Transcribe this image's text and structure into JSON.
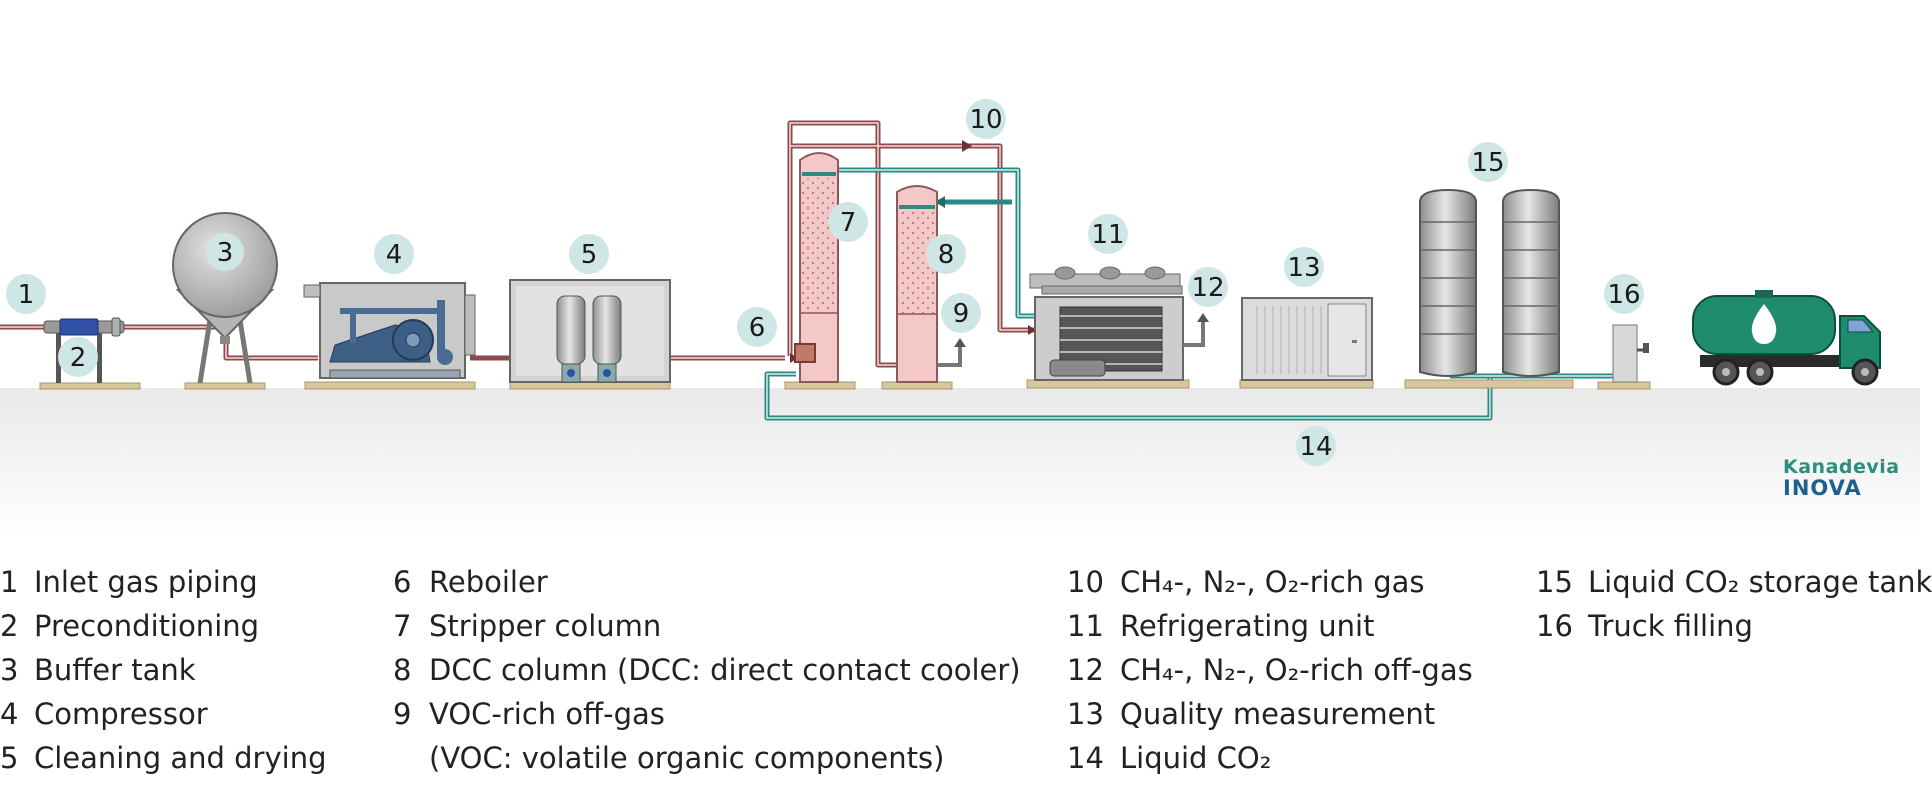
{
  "markers": [
    "1",
    "2",
    "3",
    "4",
    "5",
    "6",
    "7",
    "8",
    "9",
    "10",
    "11",
    "12",
    "13",
    "14",
    "15",
    "16"
  ],
  "legend": {
    "col1": [
      {
        "n": "1",
        "t": "Inlet gas piping"
      },
      {
        "n": "2",
        "t": "Preconditioning"
      },
      {
        "n": "3",
        "t": "Buffer tank"
      },
      {
        "n": "4",
        "t": "Compressor"
      },
      {
        "n": "5",
        "t": "Cleaning and drying"
      }
    ],
    "col2": [
      {
        "n": "6",
        "t": "Reboiler"
      },
      {
        "n": "7",
        "t": "Stripper column"
      },
      {
        "n": "8",
        "t": "DCC column (DCC: direct contact cooler)"
      },
      {
        "n": "9",
        "t": "VOC-rich off-gas"
      },
      {
        "n": "",
        "t": "(VOC: volatile organic components)"
      }
    ],
    "col3": [
      {
        "n": "10",
        "t": "CH₄-, N₂-, O₂-rich gas"
      },
      {
        "n": "11",
        "t": "Refrigerating unit"
      },
      {
        "n": "12",
        "t": "CH₄-, N₂-, O₂-rich off-gas"
      },
      {
        "n": "13",
        "t": "Quality measurement"
      },
      {
        "n": "14",
        "t": "Liquid CO₂"
      }
    ],
    "col4": [
      {
        "n": "15",
        "t": "Liquid CO₂ storage tank"
      },
      {
        "n": "16",
        "t": "Truck filling"
      }
    ]
  },
  "logo": {
    "line1": "Kanadevia",
    "line2": "INOVA"
  },
  "colors": {
    "pipe_gas": "#8c4a4a",
    "pipe_liquid": "#2c8a86",
    "marker": "#cfe6e6",
    "column": "#f3c8c6",
    "truck": "#1f8c6e",
    "ground": "#eeeeee"
  }
}
